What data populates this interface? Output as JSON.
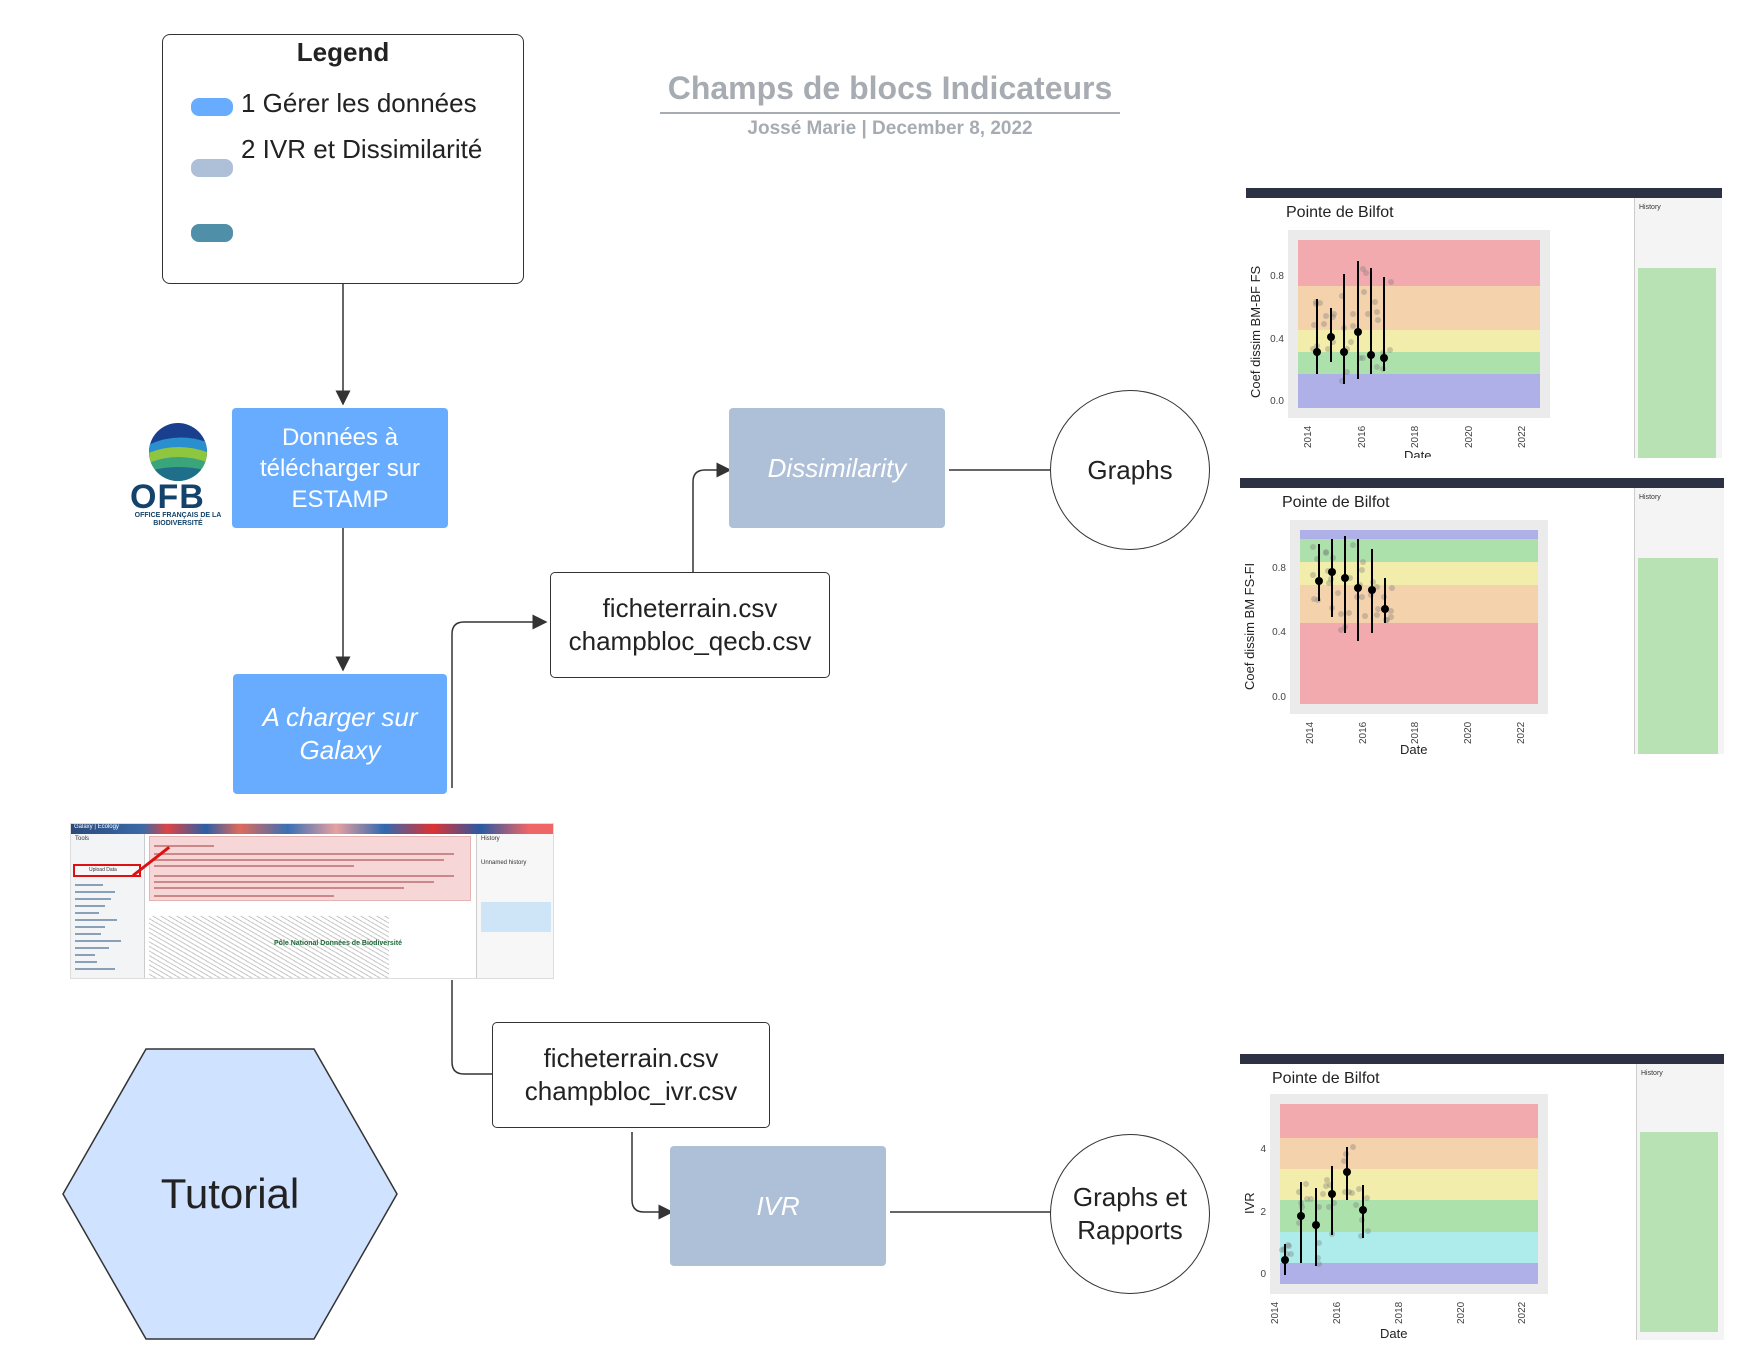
{
  "header": {
    "title": "Champs de blocs Indicateurs",
    "subtitle": "Jossé Marie  |  December 8, 2022"
  },
  "legend": {
    "title": "Legend",
    "items": [
      {
        "label": "1 Gérer les données",
        "color": "#67acff"
      },
      {
        "label": "2 IVR et Dissimilarité",
        "color": "#aebfd8"
      },
      {
        "label": "",
        "color": "#4f8fa7"
      }
    ]
  },
  "logo": {
    "name": "OFB",
    "subtext": "OFFICE FRANÇAIS DE LA BIODIVERSITÉ"
  },
  "nodes": {
    "estamp": "Données à télécharger sur ESTAMP",
    "galaxy": "A charger sur Galaxy",
    "dissim_files": "ficheterrain.csv champbloc_qecb.csv",
    "ivr_files": "ficheterrain.csv champbloc_ivr.csv",
    "dissimilarity": "Dissimilarity",
    "ivr": "IVR",
    "graphs": "Graphs",
    "graphs_reports": "Graphs et Rapports",
    "tutorial": "Tutorial"
  },
  "galaxy_screenshot": {
    "header": "Galaxy | Ecology",
    "panel_tools": "Tools",
    "panel_history": "History",
    "history_name": "Unnamed history",
    "upload_button": "Upload Data",
    "banner": "Pôle National Données de Biodiversité"
  },
  "colors": {
    "blue_box": "#67acff",
    "grey_box": "#aebfd8",
    "band_red": "#f4a3a8",
    "band_orange": "#f5cfa5",
    "band_yellow": "#f3eda3",
    "band_green": "#a5e0a5",
    "band_cyan": "#a7ecec",
    "band_blue": "#aaaae8"
  },
  "chart_data": [
    {
      "type": "scatter",
      "title": "Pointe de Bilfot",
      "xlabel": "Date",
      "ylabel": "Coef dissim BM-BF FS",
      "xticks": [
        "2014",
        "2016",
        "2018",
        "2020",
        "2022"
      ],
      "yticks": [
        "0.0",
        "0.4",
        "0.8"
      ],
      "xlim": [
        2013.2,
        2023.0
      ],
      "ylim": [
        -0.1,
        1.1
      ],
      "bands": [
        {
          "from": 0.74,
          "to": 1.1,
          "color": "#f4a3a8"
        },
        {
          "from": 0.46,
          "to": 0.74,
          "color": "#f5cfa5"
        },
        {
          "from": 0.32,
          "to": 0.46,
          "color": "#f3eda3"
        },
        {
          "from": 0.18,
          "to": 0.32,
          "color": "#a5e0a5"
        },
        {
          "from": -0.1,
          "to": 0.18,
          "color": "#aaaae8"
        }
      ],
      "series": [
        {
          "x": [
            2014.3,
            2014.8,
            2015.3,
            2015.8,
            2016.3,
            2016.8
          ],
          "y": [
            0.32,
            0.42,
            0.32,
            0.45,
            0.3,
            0.28
          ],
          "err_low": [
            0.18,
            0.26,
            0.12,
            0.15,
            0.18,
            0.2
          ],
          "err_high": [
            0.66,
            0.6,
            0.82,
            0.9,
            0.86,
            0.8
          ]
        }
      ]
    },
    {
      "type": "scatter",
      "title": "Pointe de Bilfot",
      "xlabel": "Date",
      "ylabel": "Coef dissim BM FS-FI",
      "xticks": [
        "2014",
        "2016",
        "2018",
        "2020",
        "2022"
      ],
      "yticks": [
        "0.0",
        "0.4",
        "0.8"
      ],
      "xlim": [
        2013.2,
        2023.0
      ],
      "ylim": [
        -0.1,
        1.1
      ],
      "bands": [
        {
          "from": 0.98,
          "to": 1.1,
          "color": "#aaaae8"
        },
        {
          "from": 0.84,
          "to": 0.98,
          "color": "#a5e0a5"
        },
        {
          "from": 0.7,
          "to": 0.84,
          "color": "#f3eda3"
        },
        {
          "from": 0.46,
          "to": 0.7,
          "color": "#f5cfa5"
        },
        {
          "from": -0.1,
          "to": 0.46,
          "color": "#f4a3a8"
        }
      ],
      "series": [
        {
          "x": [
            2014.3,
            2014.8,
            2015.3,
            2015.8,
            2016.3,
            2016.8
          ],
          "y": [
            0.72,
            0.78,
            0.74,
            0.68,
            0.67,
            0.55
          ],
          "err_low": [
            0.6,
            0.5,
            0.4,
            0.35,
            0.4,
            0.46
          ],
          "err_high": [
            0.95,
            0.98,
            1.0,
            0.98,
            0.92,
            0.74
          ]
        }
      ]
    },
    {
      "type": "scatter",
      "title": "Pointe de Bilfot",
      "xlabel": "Date",
      "ylabel": "IVR",
      "xticks": [
        "2014",
        "2016",
        "2018",
        "2020",
        "2022"
      ],
      "yticks": [
        "0",
        "2",
        "4"
      ],
      "xlim": [
        2013.8,
        2022.8
      ],
      "ylim": [
        -0.6,
        5.8
      ],
      "bands": [
        {
          "from": 4.4,
          "to": 5.6,
          "color": "#f4a3a8"
        },
        {
          "from": 3.4,
          "to": 4.4,
          "color": "#f5cfa5"
        },
        {
          "from": 2.4,
          "to": 3.4,
          "color": "#f3eda3"
        },
        {
          "from": 1.4,
          "to": 2.4,
          "color": "#a5e0a5"
        },
        {
          "from": 0.4,
          "to": 1.4,
          "color": "#a7ecec"
        },
        {
          "from": -0.6,
          "to": 0.4,
          "color": "#aaaae8"
        }
      ],
      "series": [
        {
          "x": [
            2014.3,
            2014.8,
            2015.3,
            2015.8,
            2016.3,
            2016.8
          ],
          "y": [
            0.5,
            1.9,
            1.6,
            2.6,
            3.3,
            2.1
          ],
          "err_low": [
            0.0,
            0.4,
            0.3,
            1.3,
            2.4,
            1.2
          ],
          "err_high": [
            1.0,
            3.0,
            2.8,
            3.5,
            4.1,
            2.9
          ]
        }
      ]
    }
  ]
}
